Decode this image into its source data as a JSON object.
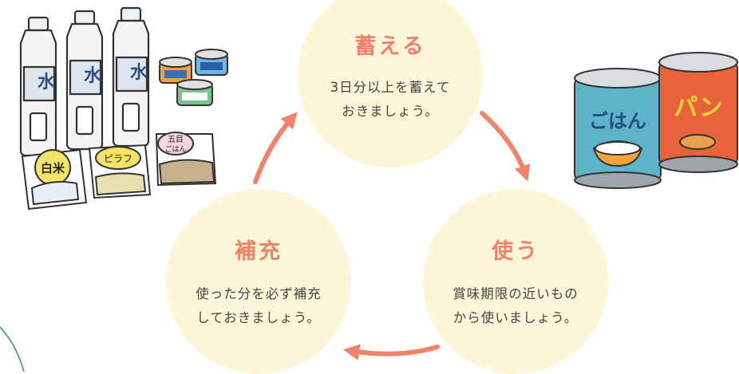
{
  "cycle": {
    "store": {
      "title": "蓄える",
      "line1": "3日分以上を蓄えて",
      "line2": "おきましょう。"
    },
    "use": {
      "title": "使う",
      "line1": "賞味期限の近いもの",
      "line2": "から使いましょう。"
    },
    "refill": {
      "title": "補充",
      "line1": "使った分を必ず補充",
      "line2": "しておきましょう。"
    }
  },
  "illustrations": {
    "water_label": "水",
    "rice_label": "白米",
    "pilaf_label": "ピラフ",
    "gomoku_label_1": "五目",
    "gomoku_label_2": "ごはん",
    "can_rice_label": "ごはん",
    "can_bread_label": "パン"
  },
  "colors": {
    "accent": "#f2836b",
    "circle_fill": "#fdf6d9",
    "arrow": "#f2836b",
    "can_rice": "#5fb3c8",
    "can_bread": "#e8633a",
    "deco_line": "#2e9a4a"
  },
  "icons": [
    "water-bottle-icon",
    "canned-food-icon",
    "rice-pack-icon",
    "rice-can-icon",
    "bread-can-icon",
    "cycle-arrow-icon"
  ]
}
